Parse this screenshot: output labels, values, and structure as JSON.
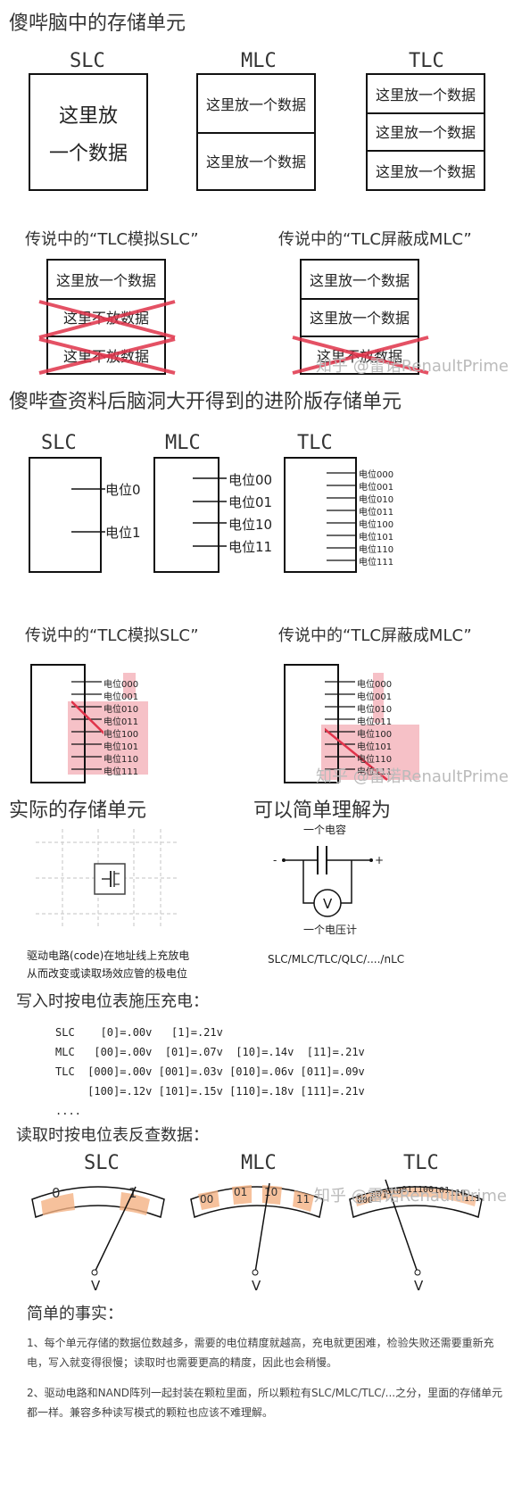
{
  "section1": {
    "title": "傻哔脑中的存储单元",
    "types": [
      "SLC",
      "MLC",
      "TLC"
    ],
    "slc_text_line1": "这里放",
    "slc_text_line2": "一个数据",
    "cell_text": "这里放一个数据",
    "no_text": "这里不放数据",
    "slc_sim_title": "传说中的“TLC模拟SLC”",
    "mlc_sim_title": "传说中的“TLC屏蔽成MLC”",
    "watermark": "知乎 @雷诺RenaultPrime"
  },
  "section2": {
    "title": "傻哔查资料后脑洞大开得到的进阶版存储单元",
    "slc_levels": [
      "电位0",
      "电位1"
    ],
    "mlc_levels": [
      "电位00",
      "电位01",
      "电位10",
      "电位11"
    ],
    "tlc_levels": [
      "电位000",
      "电位001",
      "电位010",
      "电位011",
      "电位100",
      "电位101",
      "电位110",
      "电位111"
    ]
  },
  "section3": {
    "title_left": "实际的存储单元",
    "title_right": "可以简单理解为",
    "capacitor": "一个电容",
    "voltmeter": "一个电压计",
    "volt_symbol": "V",
    "plus": "+",
    "minus": "-",
    "caption_line1": "驱动电路(code)在地址线上充放电",
    "caption_line2": "从而改变或读取场效应管的极电位",
    "types_line": "SLC/MLC/TLC/QLC/..../nLC"
  },
  "section4": {
    "title": "写入时按电位表施压充电：",
    "lines": [
      "SLC    [0]=.00v   [1]=.21v",
      "MLC   [00]=.00v  [01]=.07v  [10]=.14v  [11]=.21v",
      "TLC  [000]=.00v [001]=.03v [010]=.06v [011]=.09v",
      "     [100]=.12v [101]=.15v [110]=.18v [111]=.21v",
      "...."
    ]
  },
  "section5": {
    "title": "读取时按电位表反查数据：",
    "gauges": [
      {
        "name": "SLC",
        "marks": [
          "0",
          "1"
        ]
      },
      {
        "name": "MLC",
        "marks": [
          "00",
          "01",
          "10",
          "11"
        ]
      },
      {
        "name": "TLC",
        "marks": [
          "000",
          "001",
          "010",
          "011",
          "100",
          "101",
          "110",
          "111"
        ]
      }
    ],
    "needle_label": "V"
  },
  "section6": {
    "title": "简单的事实：",
    "p1": "1、每个单元存储的数据位数越多，需要的电位精度就越高，充电就更困难，检验失败还需要重新充电，写入就变得很慢；读取时也需要更高的精度，因此也会稍慢。",
    "p2": "2、驱动电路和NAND阵列一起封装在颗粒里面，所以颗粒有SLC/MLC/TLC/...之分，里面的存储单元都一样。兼容多种读写模式的颗粒也应该不难理解。"
  },
  "colors": {
    "cross": "#e0334a",
    "highlight": "#f2a7af",
    "accent": "#f4b183",
    "line": "#111111"
  }
}
